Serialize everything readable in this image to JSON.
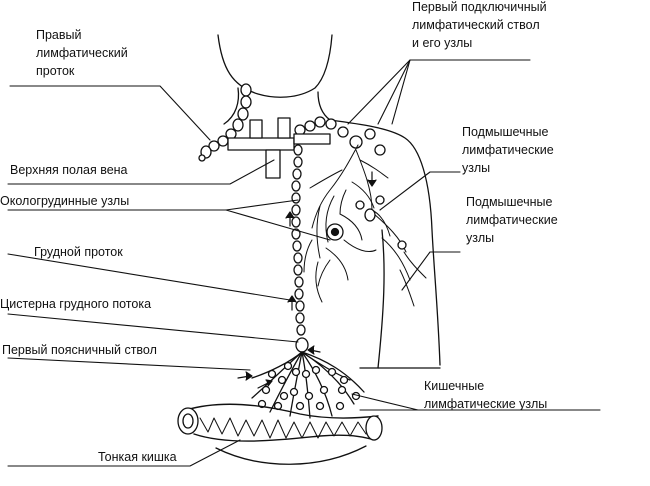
{
  "labels": {
    "right_duct": [
      "Правый",
      "лимфатический",
      "проток"
    ],
    "subclavian": [
      "Первый подключичный",
      "лимфатический ствол",
      "и его узлы"
    ],
    "vena_cava": "Верхняя полая вена",
    "axillary_1": [
      "Подмышечные",
      "лимфатические",
      "узлы"
    ],
    "parasternal": "Окологрудинные узлы",
    "axillary_2": [
      "Подмышечные",
      "лимфатические",
      "узлы"
    ],
    "thoracic_duct": "Грудной проток",
    "cisterna": "Цистерна грудного  потока",
    "lumbar": "Первый поясничный ствол",
    "intestinal": [
      "Кишечные",
      "лимфатические узлы"
    ],
    "small_intestine": "Тонкая кишка"
  },
  "colors": {
    "line": "#111111",
    "background": "#ffffff"
  }
}
